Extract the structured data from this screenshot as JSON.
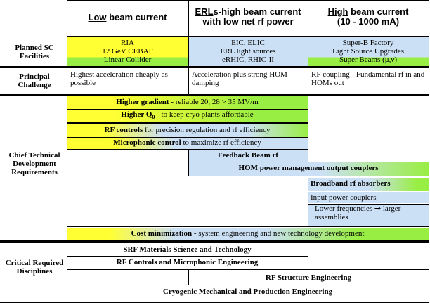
{
  "columns": {
    "low": {
      "underline": "Low",
      "rest": " beam current"
    },
    "erl": {
      "underline": "ERL",
      "line1_rest": "s-high beam current",
      "line2": "with low net rf power"
    },
    "high": {
      "underline": "High",
      "line1_rest": " beam current",
      "line2": "(10 - 1000 mA)"
    }
  },
  "rows": {
    "facilities": {
      "label": "Planned SC Facilities",
      "low": [
        "RIA",
        "12 GeV CEBAF",
        "Linear Collider"
      ],
      "erl": [
        "EIC, ELIC",
        "ERL light sources",
        "eRHIC, RHIC-II"
      ],
      "high": [
        "Super-B Factory",
        "Light Source Upgrades",
        "Super Beams (μ,ν)"
      ]
    },
    "challenge": {
      "label": "Principal Challenge",
      "low": "Highest acceleration cheaply as possible",
      "erl": "Acceleration plus strong HOM damping",
      "high": "RF coupling - Fundamental rf in and HOMs out"
    },
    "chief": {
      "label": "Chief Technical Development Requirements"
    },
    "critical": {
      "label": "Critical Required Disciplines"
    }
  },
  "requirements": {
    "gradient": {
      "bold": "Higher gradient",
      "rest": " - reliable 20, 28 > 35 MV/m"
    },
    "q0": {
      "bold": "Higher Q",
      "sub": "0",
      "rest": " - to keep cryo plants affordable"
    },
    "rfcontrols": {
      "bold": "RF controls",
      "rest": " for precision regulation and rf efficiency"
    },
    "microphonic": {
      "bold": "Microphonic control",
      "rest": " to maximize rf efficiency"
    },
    "feedback": {
      "bold": "Feedback Beam rf",
      "rest": ""
    },
    "hom": {
      "bold": "HOM power management output couplers",
      "rest": ""
    },
    "absorbers": {
      "bold": "Broadband rf absorbers",
      "rest": ""
    },
    "input": {
      "text": "Input power couplers"
    },
    "lowerfreq": {
      "text1": "Lower frequencies ",
      "arrow": "→",
      "text2": " larger assemblies"
    },
    "cost": {
      "bold": "Cost minimization",
      "rest": " - system engineering and new technology development"
    }
  },
  "disciplines": [
    "SRF Materials Science and Technology",
    "RF Controls and Microphonic Engineering",
    "RF Structure Engineering",
    "Cryogenic Mechanical and Production Engineering"
  ],
  "colors": {
    "low": "#ffff33",
    "erl": "#cce0f5",
    "high": "#99ee44"
  }
}
